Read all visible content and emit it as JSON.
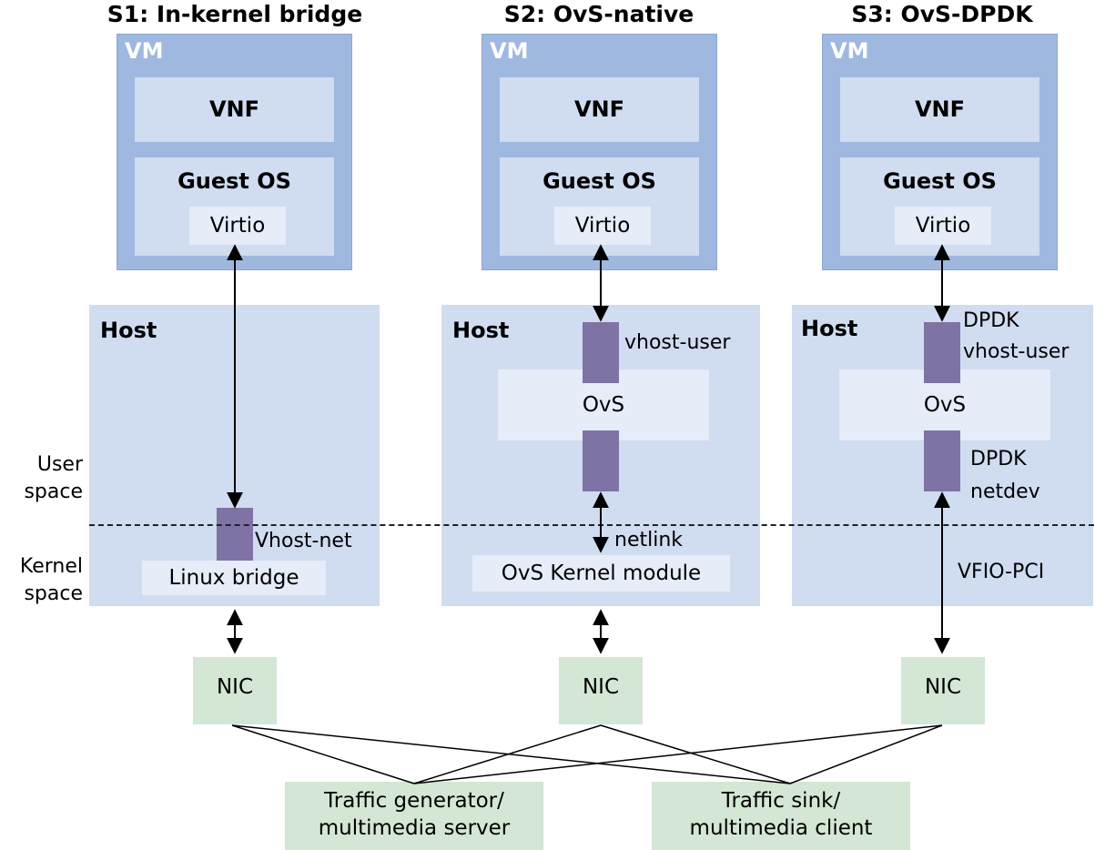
{
  "scenarios": [
    {
      "title": "S1: In-kernel bridge",
      "vm_label": "VM",
      "vnf": "VNF",
      "guest_os": "Guest OS",
      "virtio": "Virtio",
      "host_label": "Host",
      "port_label": "Vhost-net",
      "kernel_box": "Linux bridge",
      "nic": "NIC"
    },
    {
      "title": "S2: OvS-native",
      "vm_label": "VM",
      "vnf": "VNF",
      "guest_os": "Guest OS",
      "virtio": "Virtio",
      "host_label": "Host",
      "port_top_label": "vhost-user",
      "ovs": "OvS",
      "netlink_label": "netlink",
      "kernel_box": "OvS Kernel module",
      "nic": "NIC"
    },
    {
      "title": "S3: OvS-DPDK",
      "vm_label": "VM",
      "vnf": "VNF",
      "guest_os": "Guest OS",
      "virtio": "Virtio",
      "host_label": "Host",
      "port_top_label_1": "DPDK",
      "port_top_label_2": "vhost-user",
      "ovs": "OvS",
      "port_bottom_label_1": "DPDK",
      "port_bottom_label_2": "netdev",
      "vfio_label": "VFIO-PCI",
      "nic": "NIC"
    }
  ],
  "side_labels": {
    "user_1": "User",
    "user_2": "space",
    "kernel_1": "Kernel",
    "kernel_2": "space"
  },
  "traffic": {
    "generator_1": "Traffic generator/",
    "generator_2": "multimedia server",
    "sink_1": "Traffic sink/",
    "sink_2": "multimedia client"
  },
  "colors": {
    "vm_outer": "#9fb8e0",
    "inner_box": "#d0dcf0",
    "light_box": "#e6ecf8",
    "port": "#7f73a5",
    "nic": "#d4e6d4"
  }
}
